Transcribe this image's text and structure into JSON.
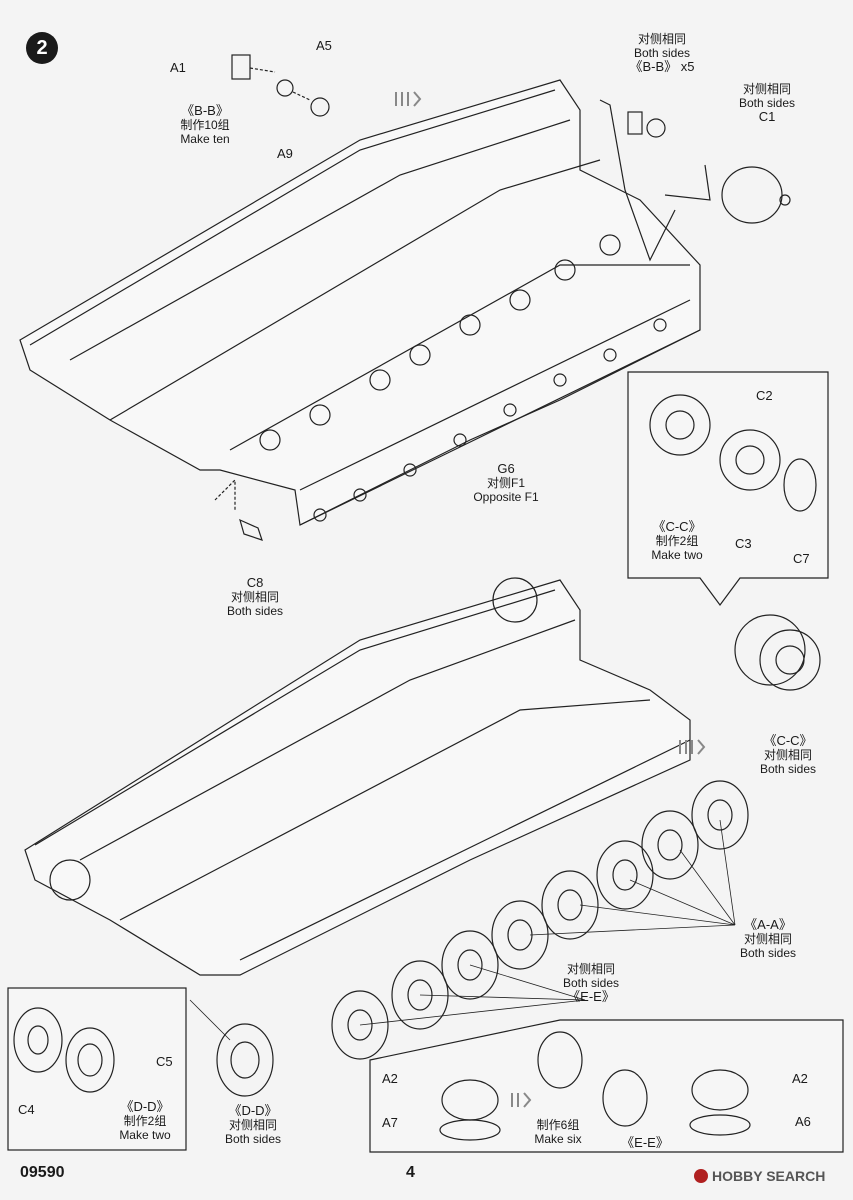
{
  "step": {
    "number": "2"
  },
  "labels": {
    "bb_top": {
      "code": "《B-B》",
      "cn": "制作10组",
      "en": "Make ten"
    },
    "bb_side": {
      "cn": "对侧相同",
      "en": "Both sides",
      "code": "《B-B》 x5"
    },
    "c1": {
      "cn": "对侧相同",
      "en": "Both sides",
      "part": "C1"
    },
    "g6": {
      "part": "G6",
      "cn": "对侧F1",
      "en": "Opposite F1"
    },
    "c8": {
      "part": "C8",
      "cn": "对侧相同",
      "en": "Both sides"
    },
    "cc_inset": {
      "code": "《C-C》",
      "cn": "制作2组",
      "en": "Make two"
    },
    "cc_side": {
      "code": "《C-C》",
      "cn": "对侧相同",
      "en": "Both sides"
    },
    "aa": {
      "code": "《A-A》",
      "cn": "对侧相同",
      "en": "Both sides"
    },
    "ee_mid": {
      "cn": "对侧相同",
      "en": "Both sides",
      "code": "《E-E》"
    },
    "dd_inset": {
      "code": "《D-D》",
      "cn": "制作2组",
      "en": "Make two"
    },
    "dd_side": {
      "code": "《D-D》",
      "cn": "对侧相同",
      "en": "Both sides"
    },
    "ee_inset": {
      "cn": "制作6组",
      "en": "Make six",
      "code": "《E-E》"
    }
  },
  "parts": {
    "a1": "A1",
    "a5": "A5",
    "a9": "A9",
    "c2": "C2",
    "c3": "C3",
    "c7": "C7",
    "c4": "C4",
    "c5": "C5",
    "a2_left": "A2",
    "a7": "A7",
    "a2_right": "A2",
    "a6": "A6"
  },
  "footer": {
    "code": "09590",
    "page": "4",
    "watermark": "HOBBY SEARCH"
  }
}
